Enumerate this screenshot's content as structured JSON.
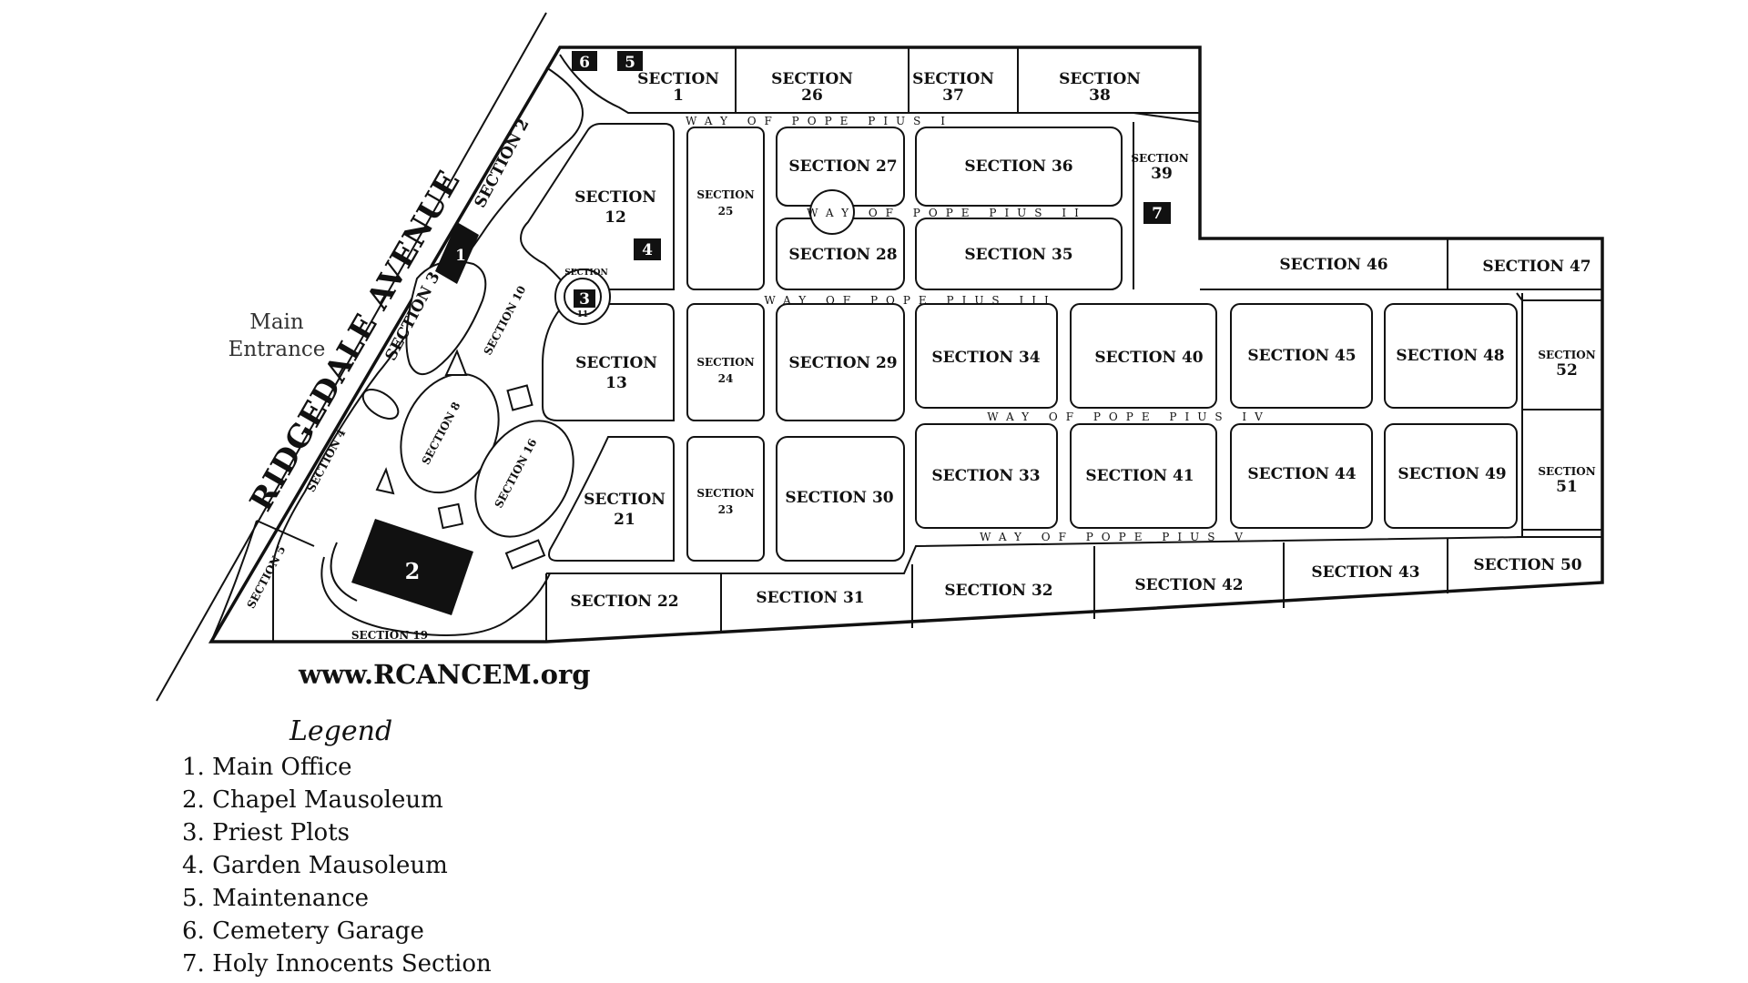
{
  "map": {
    "avenue": "RIDGEDALE AVENUE",
    "entrance_line1": "Main",
    "entrance_line2": "Entrance",
    "website": "www.RCANCEM.org",
    "roads": {
      "r1": "WAY OF POPE PIUS I",
      "r2": "WAY OF POPE PIUS II",
      "r3": "WAY OF POPE PIUS III",
      "r4": "WAY OF POPE PIUS IV",
      "r5": "WAY OF POPE PIUS V"
    },
    "sections": {
      "s1_a": "SECTION",
      "s1_b": "1",
      "s26_a": "SECTION",
      "s26_b": "26",
      "s37_a": "SECTION",
      "s37_b": "37",
      "s38_a": "SECTION",
      "s38_b": "38",
      "s39_a": "SECTION",
      "s39_b": "39",
      "s2": "SECTION 2",
      "s3": "SECTION 3",
      "s4": "SECTION 4",
      "s5": "SECTION 5",
      "s8": "SECTION 8",
      "s10": "SECTION 10",
      "s11_a": "SECTION",
      "s11_b": "11",
      "s12_a": "SECTION",
      "s12_b": "12",
      "s13_a": "SECTION",
      "s13_b": "13",
      "s16": "SECTION 16",
      "s19": "SECTION 19",
      "s21_a": "SECTION",
      "s21_b": "21",
      "s22": "SECTION 22",
      "s23_a": "SECTION",
      "s23_b": "23",
      "s24_a": "SECTION",
      "s24_b": "24",
      "s25_a": "SECTION",
      "s25_b": "25",
      "s27": "SECTION 27",
      "s28": "SECTION 28",
      "s29": "SECTION 29",
      "s30": "SECTION 30",
      "s31": "SECTION 31",
      "s32": "SECTION 32",
      "s33": "SECTION 33",
      "s34": "SECTION 34",
      "s35": "SECTION 35",
      "s36": "SECTION 36",
      "s40": "SECTION 40",
      "s41": "SECTION 41",
      "s42": "SECTION 42",
      "s43": "SECTION 43",
      "s44": "SECTION 44",
      "s45": "SECTION 45",
      "s46": "SECTION 46",
      "s47": "SECTION 47",
      "s48": "SECTION 48",
      "s49": "SECTION 49",
      "s50": "SECTION 50",
      "s51_a": "SECTION",
      "s51_b": "51",
      "s52_a": "SECTION",
      "s52_b": "52"
    },
    "markers": {
      "m1": "1",
      "m2": "2",
      "m3": "3",
      "m4": "4",
      "m5": "5",
      "m6": "6",
      "m7": "7"
    }
  },
  "legend": {
    "title": "Legend",
    "items": [
      "1. Main Office",
      "2. Chapel Mausoleum",
      "3. Priest Plots",
      "4. Garden Mausoleum",
      "5. Maintenance",
      "6. Cemetery Garage",
      "7. Holy Innocents Section"
    ]
  }
}
